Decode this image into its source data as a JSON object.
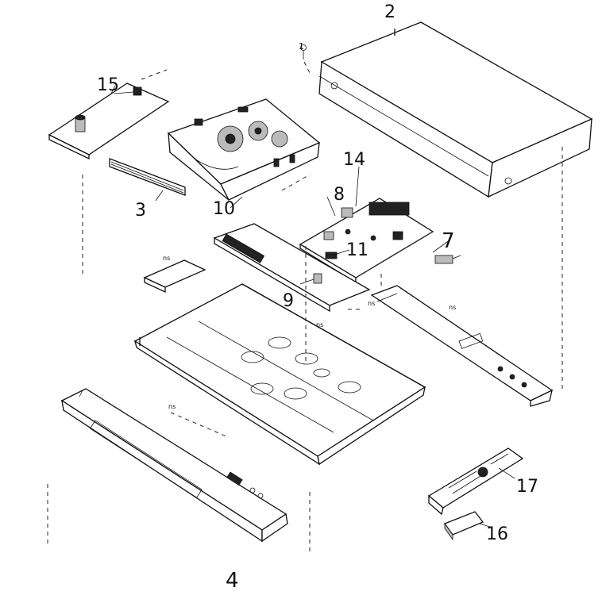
{
  "callouts": {
    "p1": "1",
    "p2": "2",
    "p3": "3",
    "p4": "4",
    "p7": "7",
    "p8": "8",
    "p9": "9",
    "p10": "10",
    "p11": "11",
    "p14": "14",
    "p15": "15",
    "p16": "16",
    "p17": "17"
  },
  "ns_tags": {
    "a": "ns",
    "b": "ns",
    "c": "ns",
    "d": "ns",
    "e": "ns"
  }
}
